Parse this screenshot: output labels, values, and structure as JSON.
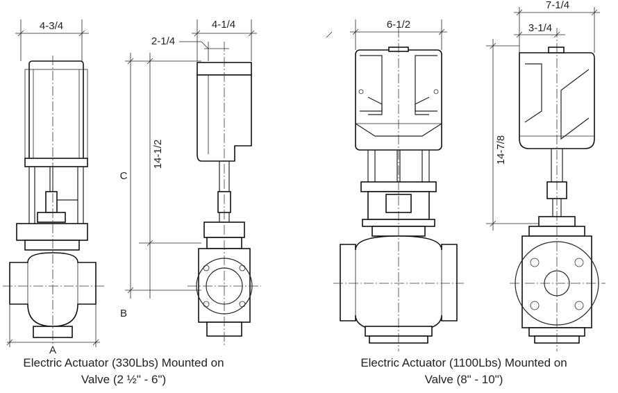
{
  "dimensions": {
    "small_side_width": "4-3/4",
    "small_front_width": "4-1/4",
    "small_offset": "2-1/4",
    "small_height": "14-1/2",
    "label_c": "C",
    "label_b": "B",
    "label_a": "A",
    "large_front_width": "6-1/2",
    "large_side_width": "7-1/4",
    "large_offset": "3-1/4",
    "large_height": "14-7/8"
  },
  "captions": {
    "small_line1": "Electric Actuator (330Lbs) Mounted on",
    "small_line2": "Valve (2 ½\" - 6\")",
    "large_line1": "Electric Actuator (1100Lbs) Mounted on",
    "large_line2": "Valve (8\" - 10\")"
  }
}
